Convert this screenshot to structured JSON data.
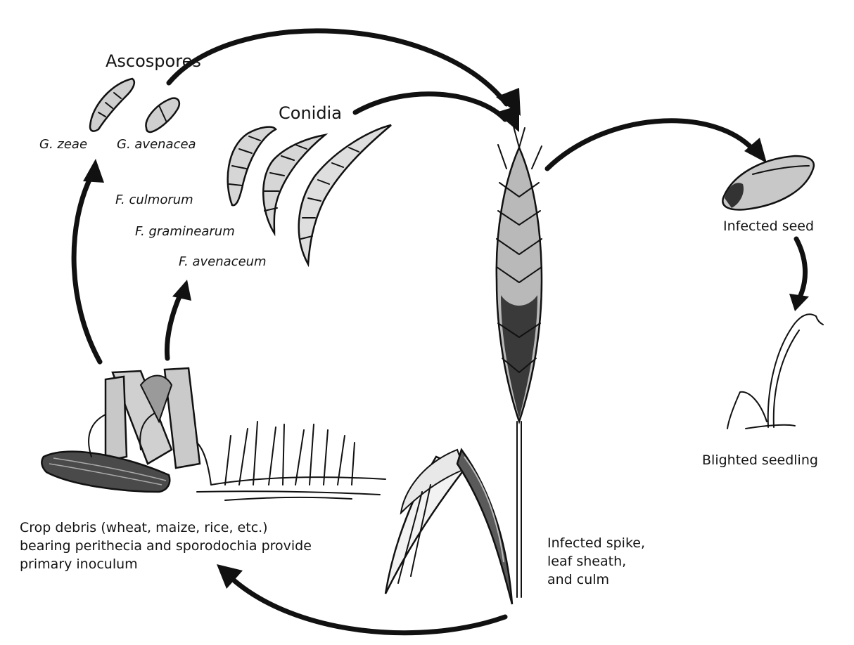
{
  "labels": {
    "ascospores": "Ascospores",
    "conidia": "Conidia",
    "g_zeae": "G. zeae",
    "g_avenacea": "G. avenacea",
    "f_culmorum": "F. culmorum",
    "f_graminearum": "F. graminearum",
    "f_avenaceum": "F. avenaceum",
    "infected_seed": "Infected seed",
    "blighted_seedling": "Blighted seedling",
    "crop_debris": [
      "Crop debris (wheat, maize, rice, etc.)",
      "bearing perithecia and sporodochia provide",
      "primary inoculum"
    ],
    "infected_spike": [
      "Infected spike,",
      "leaf sheath,",
      "and culm"
    ]
  },
  "colors": {
    "ink": "#111111",
    "paper": "#ffffff"
  }
}
